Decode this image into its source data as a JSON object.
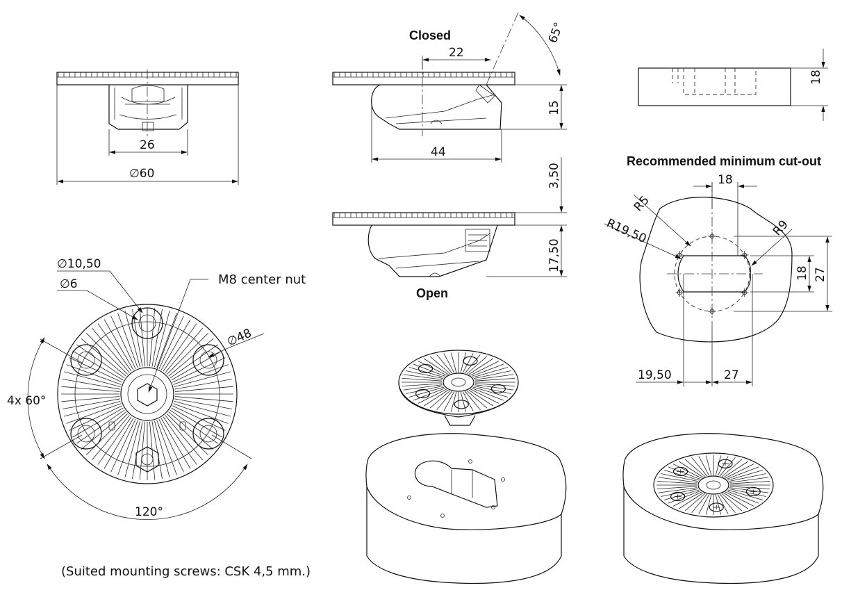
{
  "labels": {
    "closed": "Closed",
    "open": "Open",
    "cutout_title": "Recommended minimum cut-out",
    "m8": "M8 center nut",
    "screws_note": "(Suited mounting screws: CSK 4,5 mm.)"
  },
  "dims": {
    "front_26": "26",
    "front_dia60": "∅60",
    "closed_22": "22",
    "closed_15": "15",
    "closed_44": "44",
    "angle_65": "65°",
    "open_350": "3,50",
    "open_1750": "17,50",
    "block_18": "18",
    "cut_18_top": "18",
    "cut_r5": "R5",
    "cut_r1950": "R19,50",
    "cut_r9": "R9",
    "cut_18_side": "18",
    "cut_27_side": "27",
    "cut_1950_bottom": "19,50",
    "cut_27_bottom": "27",
    "top_dia1050": "∅10,50",
    "top_dia6": "∅6",
    "top_dia48": "∅48",
    "top_4x60": "4x 60°",
    "top_120": "120°"
  }
}
